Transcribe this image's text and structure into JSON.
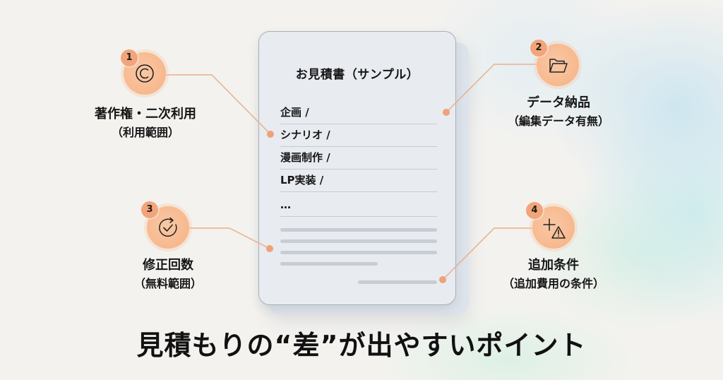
{
  "headline": "見積もりの“差”が出やすいポイント",
  "document": {
    "title": "お見積書（サンプル）",
    "rows": [
      "企画 /",
      "シナリオ /",
      "漫画制作 /",
      "LP実装 /",
      "…"
    ]
  },
  "callouts": [
    {
      "number": "1",
      "icon": "copyright-icon",
      "title": "著作権・二次利用",
      "subtitle": "（利用範囲）"
    },
    {
      "number": "2",
      "icon": "folder-open-icon",
      "title": "データ納品",
      "subtitle": "（編集データ有無）"
    },
    {
      "number": "3",
      "icon": "refresh-check-icon",
      "title": "修正回数",
      "subtitle": "（無料範囲）"
    },
    {
      "number": "4",
      "icon": "plus-warning-icon",
      "title": "追加条件",
      "subtitle": "（追加費用の条件）"
    }
  ],
  "colors": {
    "background": "#f3f2ef",
    "accent_orange": "#f7b88e",
    "badge_orange": "#f2a57a",
    "connector": "#e8b08c",
    "dot": "#eea27a",
    "document_bg": "#e8ebf0",
    "document_border": "#a9afb8",
    "placeholder_bar": "#c7cdd5",
    "text": "#161616"
  }
}
